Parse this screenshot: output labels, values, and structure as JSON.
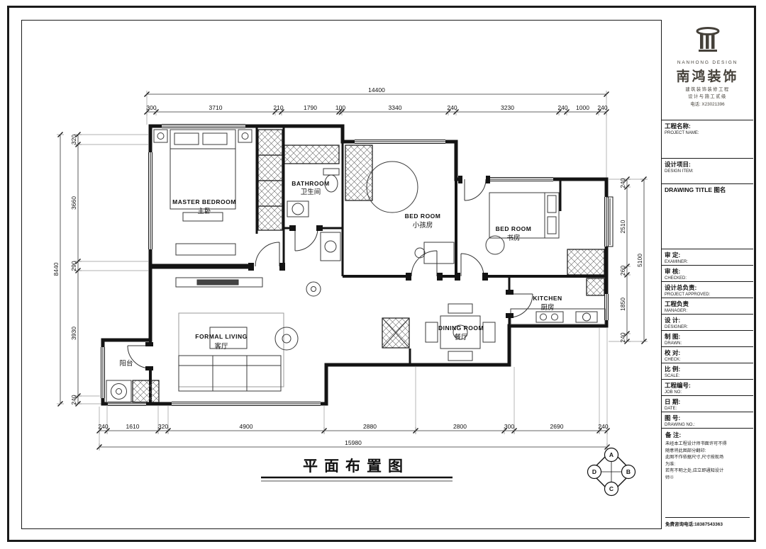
{
  "plan": {
    "title": "平面布置图",
    "rooms": [
      {
        "en": "MASTER BEDROOM",
        "cn": "主卧"
      },
      {
        "en": "BATHROOM",
        "cn": "卫生间"
      },
      {
        "en": "BED ROOM",
        "cn": "小孩房"
      },
      {
        "en": "BED ROOM",
        "cn": "书房"
      },
      {
        "en": "KITCHEN",
        "cn": "厨房"
      },
      {
        "en": "FORMAL LIVING",
        "cn": "客厅"
      },
      {
        "en": "DINING ROOM",
        "cn": "餐厅"
      },
      {
        "en": "",
        "cn": "阳台"
      }
    ],
    "compass": [
      "A",
      "B",
      "C",
      "D"
    ]
  },
  "dimensions": {
    "top_total": "14400",
    "top": [
      "300",
      "3710",
      "210",
      "1790",
      "100",
      "3340",
      "240",
      "3230",
      "240",
      "1000",
      "240"
    ],
    "bottom_total": "15980",
    "bottom": [
      "240",
      "1610",
      "320",
      "4900",
      "2880",
      "2800",
      "300",
      "2690",
      "240"
    ],
    "left_total": "8440",
    "left": [
      "320",
      "3660",
      "290",
      "3930",
      "240"
    ],
    "right_total": "5100",
    "right": [
      "240",
      "2510",
      "260",
      "1850",
      "240"
    ]
  },
  "titleblock": {
    "brand_en": "NANHONG DESIGN",
    "brand_cn": "南鸿装饰",
    "sub1": "建筑装饰装修工程",
    "sub2": "设计与施工贰级",
    "phone_top": "电话: X23021396",
    "rows": [
      {
        "cn": "工程名称:",
        "en": "PROJECT NAME:"
      },
      {
        "cn": "设计项目:",
        "en": "DESIGN ITEM:"
      },
      {
        "cn": "DRAWING TITLE 图名",
        "en": ""
      },
      {
        "cn": "审 定:",
        "en": "EXAMINER:"
      },
      {
        "cn": "审 核:",
        "en": "CHECKED:"
      },
      {
        "cn": "设计总负责:",
        "en": "PROJECT APPROVED:"
      },
      {
        "cn": "工程负责",
        "en": "MANAGER:"
      },
      {
        "cn": "设 计:",
        "en": "DESIGNER:"
      },
      {
        "cn": "制 图:",
        "en": "DRAWN:"
      },
      {
        "cn": "校 对:",
        "en": "CHECK:"
      },
      {
        "cn": "比 例:",
        "en": "SCALE:"
      },
      {
        "cn": "工程编号:",
        "en": "JOB NO:"
      },
      {
        "cn": "日 期:",
        "en": "DATE:"
      },
      {
        "cn": "图 号:",
        "en": "DRAWING NO.:"
      }
    ],
    "notes_label": "备 注:",
    "notes": [
      "未经本工程设计师书面许可不得",
      "随意将此图部分翻印:",
      "此图不作依据尺寸,尺寸按现场",
      "为准:",
      "若有不明之处,应立即通知设计",
      "师※"
    ],
    "phone_footer": "免费咨询电话:18387543363"
  }
}
